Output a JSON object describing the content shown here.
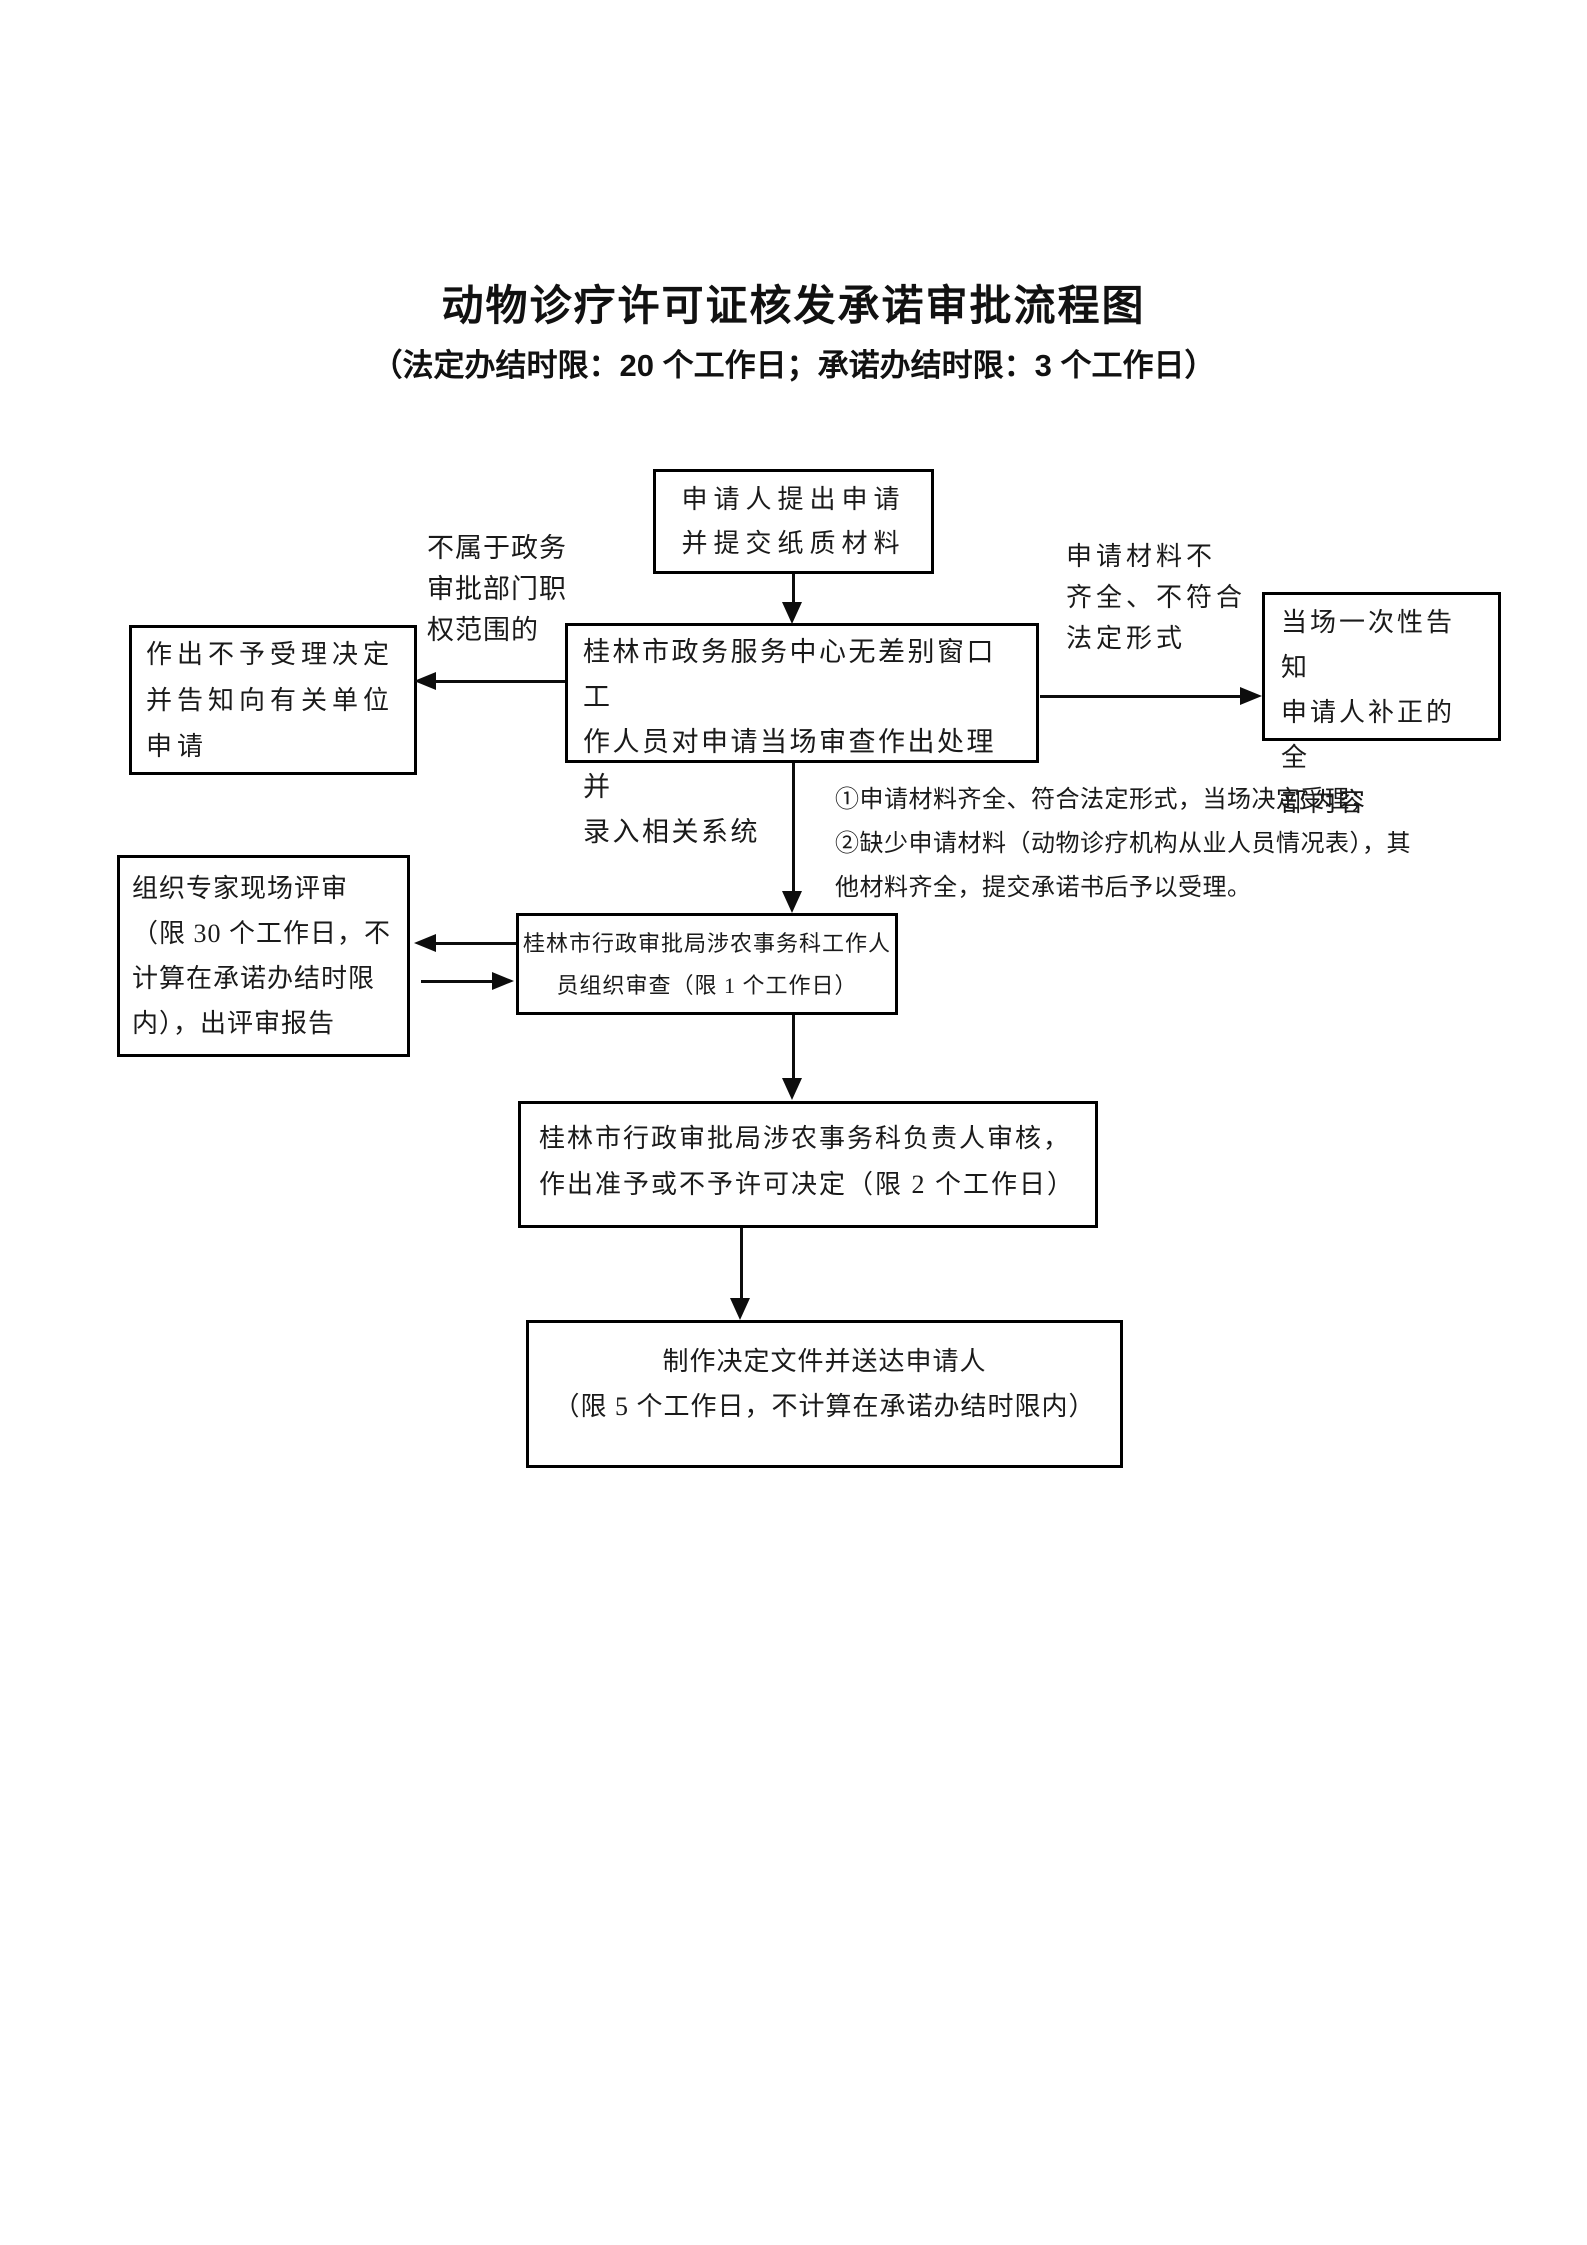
{
  "title": "动物诊疗许可证核发承诺审批流程图",
  "subtitle": "（法定办结时限：20 个工作日；承诺办结时限：3 个工作日）",
  "nodes": {
    "applicant": "申请人提出申请\n并提交纸质材料",
    "window_review": "桂林市政务服务中心无差别窗口工\n作人员对申请当场审查作出处理并\n录入相关系统",
    "reject": "作出不予受理决定\n并告知向有关单位\n申请",
    "notify_correction": "当场一次性告知\n申请人补正的全\n部内容",
    "expert_review": "组织专家现场评审\n（限 30 个工作日，不\n计算在承诺办结时限\n内），出评审报告",
    "organize_review": "桂林市行政审批局涉农事务科工作人\n员组织审查（限 1 个工作日）",
    "leader_review": "桂林市行政审批局涉农事务科负责人审核，\n作出准予或不予许可决定（限 2 个工作日）",
    "deliver": "制作决定文件并送达申请人\n（限 5 个工作日，不计算在承诺办结时限内）"
  },
  "labels": {
    "out_of_scope": "不属于政务\n审批部门职\n权范围的",
    "incomplete_materials": "申请材料不\n齐全、不符合\n法定形式",
    "acceptance_note": "①申请材料齐全、符合法定形式，当场决定受理；\n②缺少申请材料（动物诊疗机构从业人员情况表），其\n他材料齐全，提交承诺书后予以受理。"
  },
  "colors": {
    "ink": "#1a1a1a",
    "border": "#000000",
    "background": "#ffffff"
  }
}
